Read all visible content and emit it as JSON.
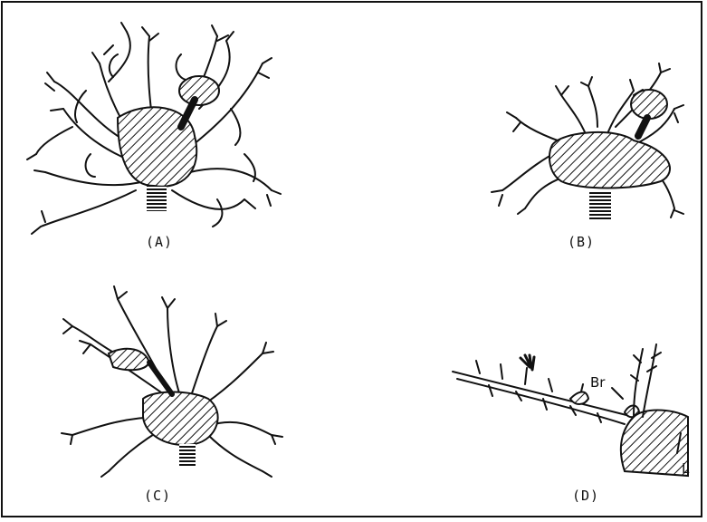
{
  "panels": [
    {
      "label": "(A)"
    },
    {
      "label": "(B)"
    },
    {
      "label": "(C)"
    },
    {
      "label": "(D)"
    }
  ],
  "annotations": {
    "br": "Br",
    "l": "L"
  }
}
